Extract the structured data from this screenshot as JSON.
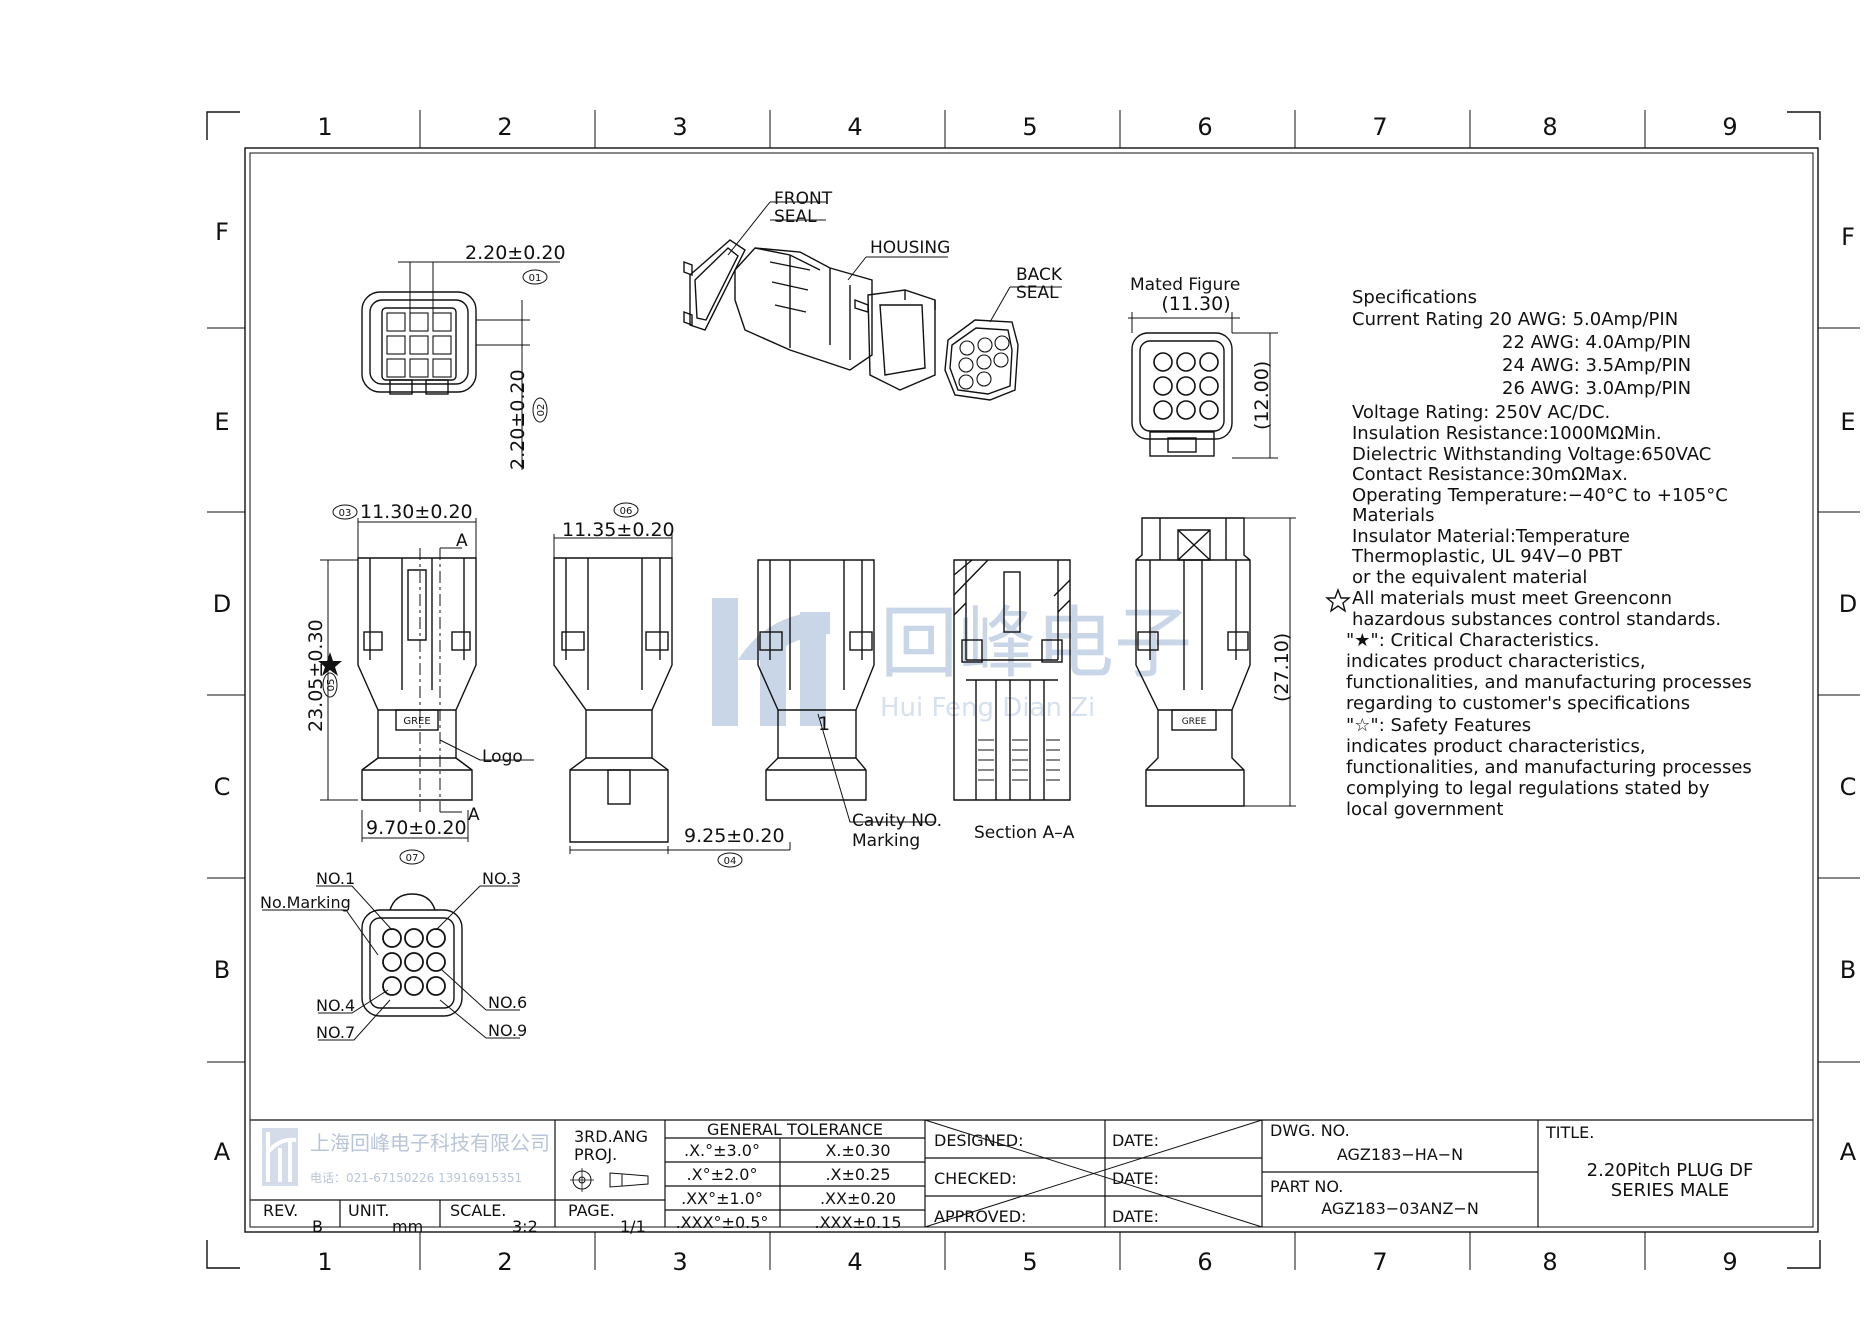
{
  "border": {
    "cols": [
      "1",
      "2",
      "3",
      "4",
      "5",
      "6",
      "7",
      "8",
      "9"
    ],
    "rows": [
      "F",
      "E",
      "D",
      "C",
      "B",
      "A"
    ]
  },
  "views": {
    "iso_labels": [
      "FRONT",
      "SEAL",
      "HOUSING",
      "BACK",
      "SEAL"
    ],
    "front_dims": [
      "2.20±0.20",
      "2.20±0.20"
    ],
    "front_balloons": [
      "01",
      "02"
    ],
    "side_dims": [
      "11.30±0.20",
      "11.35±0.20",
      "23.05±0.30",
      "9.70±0.20",
      "9.25±0.20",
      "(27.10)"
    ],
    "side_balloons": [
      "03",
      "06",
      "04",
      "05",
      "07"
    ],
    "section_marks": [
      "A",
      "A"
    ],
    "logo_label": "Logo",
    "cavity_label": [
      "Cavity NO.",
      "Marking"
    ],
    "cavity_digit": "1",
    "section_label": "Section A–A",
    "mated_title": "Mated Figure",
    "mated_dims": [
      "(11.30)",
      "(12.00)"
    ],
    "logo_box_text": "GREE",
    "numbering": [
      "NO.1",
      "No.Marking",
      "NO.3",
      "NO.4",
      "NO.6",
      "NO.7",
      "NO.9"
    ]
  },
  "specs": {
    "lines": [
      "Specifications",
      "Current  Rating  20  AWG:  5.0Amp/PIN",
      "22  AWG:  4.0Amp/PIN",
      "24  AWG:  3.5Amp/PIN",
      "26  AWG:  3.0Amp/PIN",
      "Voltage  Rating:  250V  AC/DC.",
      "Insulation  Resistance:1000MΩMin.",
      "Dielectric  Withstanding  Voltage:650VAC",
      "Contact  Resistance:30mΩMax.",
      "Operating  Temperature:−40°C  to  +105°C",
      "Materials",
      "Insulator  Material:Temperature",
      "Thermoplastic,  UL  94V−0  PBT",
      "or  the  equivalent  material",
      "All  materials  must  meet  Greenconn",
      "hazardous  substances  control  standards.",
      "\"★\":  Critical  Characteristics.",
      "indicates  product  characteristics,",
      "functionalities,  and  manufacturing  processes",
      "regarding  to  customer's  specifications",
      "\"☆\":  Safety  Features",
      "indicates  product  characteristics,",
      "functionalities,  and  manufacturing  processes",
      "complying  to  legal  regulations  stated  by",
      "local  government"
    ]
  },
  "watermark": {
    "cn": "回峰电子",
    "pinyin": "Hui Feng Dian Zi"
  },
  "title_block": {
    "company_cn": "上海回峰电子科技有限公司",
    "phone": "电话：021-67150226   13916915351",
    "rev_label": "REV.",
    "rev": "B",
    "unit_label": "UNIT.",
    "unit": "mm",
    "scale_label": "SCALE.",
    "scale": "3:2",
    "proj": [
      "3RD.ANG",
      "PROJ."
    ],
    "page_label": "PAGE.",
    "page": "1/1",
    "tol_title": "GENERAL  TOLERANCE",
    "tol_rows": [
      [
        ".X.°±3.0°",
        "X.±0.30"
      ],
      [
        ".X°±2.0°",
        ".X±0.25"
      ],
      [
        ".XX°±1.0°",
        ".XX±0.20"
      ],
      [
        ".XXX°±0.5°",
        ".XXX±0.15"
      ]
    ],
    "sign_labels": [
      "DESIGNED:",
      "CHECKED:",
      "APPROVED:"
    ],
    "date_label": "DATE:",
    "dwg_label": "DWG.  NO.",
    "dwg_no": "AGZ183−HA−N",
    "part_label": "PART  NO.",
    "part_no": "AGZ183−03ANZ−N",
    "title_label": "TITLE.",
    "title_lines": [
      "2.20Pitch  PLUG  DF",
      "SERIES  MALE"
    ]
  },
  "colors": {
    "line": "#111111",
    "watermark": "#c9d6e8"
  }
}
